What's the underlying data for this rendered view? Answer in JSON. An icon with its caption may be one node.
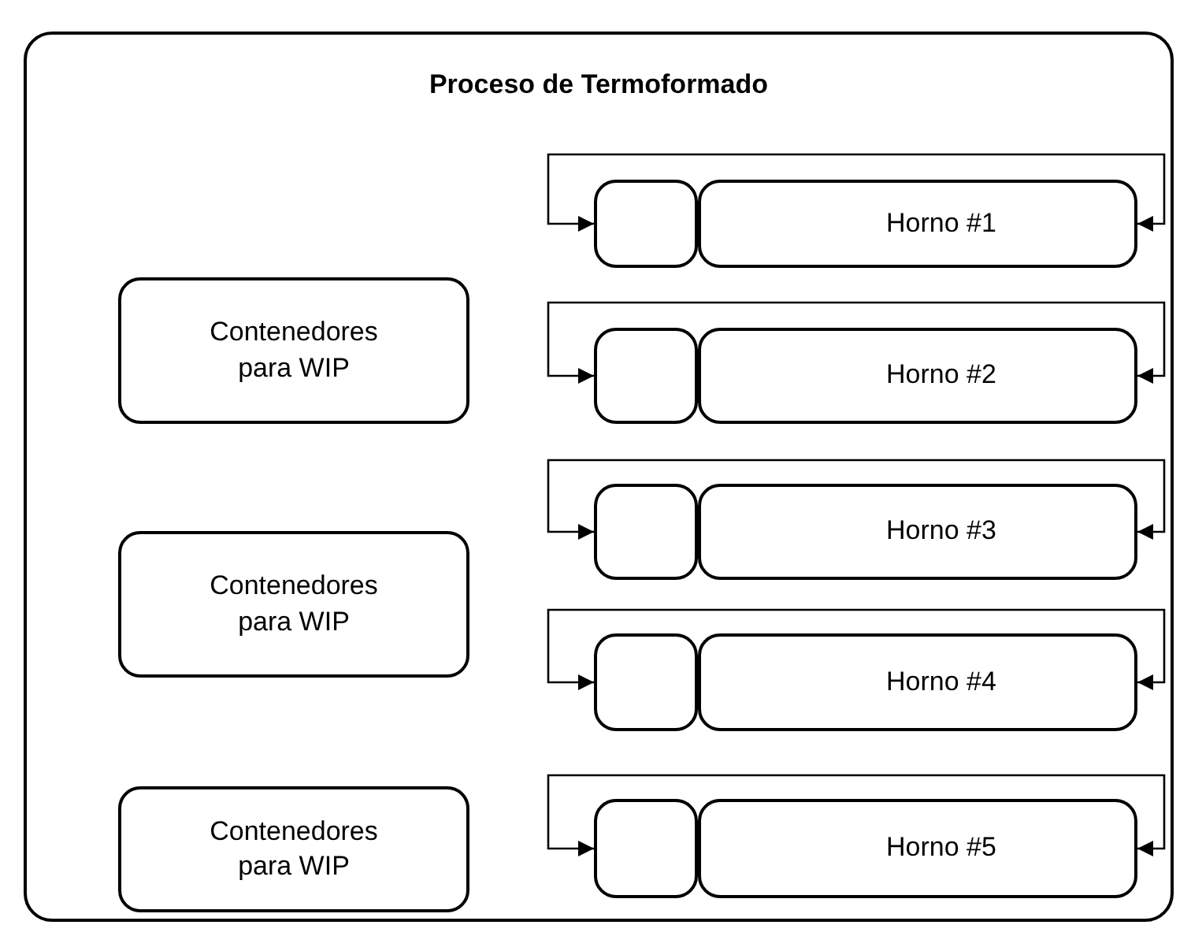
{
  "diagram": {
    "nodes": [
      {
        "text": [
          "Proceso de Termoformado"
        ]
      },
      {
        "text": [
          "Contenedores para WIP"
        ],
        "in": 0
      },
      {
        "text": [
          "Contenedores para WIP"
        ],
        "in": 0
      },
      {
        "text": [
          "Contenedores para WIP"
        ],
        "in": 0
      },
      {
        "text": [],
        "shape": "box",
        "in": 0
      },
      {
        "text": [
          "Horno #1"
        ],
        "in": 0
      },
      {
        "text": [],
        "shape": "box",
        "in": 0
      },
      {
        "text": [
          "Horno #2"
        ],
        "in": 0
      },
      {
        "text": [],
        "shape": "box",
        "in": 0
      },
      {
        "text": [
          "Horno #3"
        ],
        "in": 0
      },
      {
        "text": [],
        "shape": "box",
        "in": 0
      },
      {
        "text": [
          "Horno #4"
        ],
        "in": 0
      },
      {
        "text": [],
        "shape": "box",
        "in": 0
      },
      {
        "text": [
          "Horno #5"
        ],
        "in": 0
      }
    ],
    "edges": [
      {
        "from": 4,
        "to": 5,
        "arrow": "both"
      },
      {
        "from": 6,
        "to": 7,
        "arrow": "both"
      },
      {
        "from": 8,
        "to": 9,
        "arrow": "both"
      },
      {
        "from": 10,
        "to": 11,
        "arrow": "both"
      },
      {
        "from": 12,
        "to": 13,
        "arrow": "both"
      }
    ]
  }
}
